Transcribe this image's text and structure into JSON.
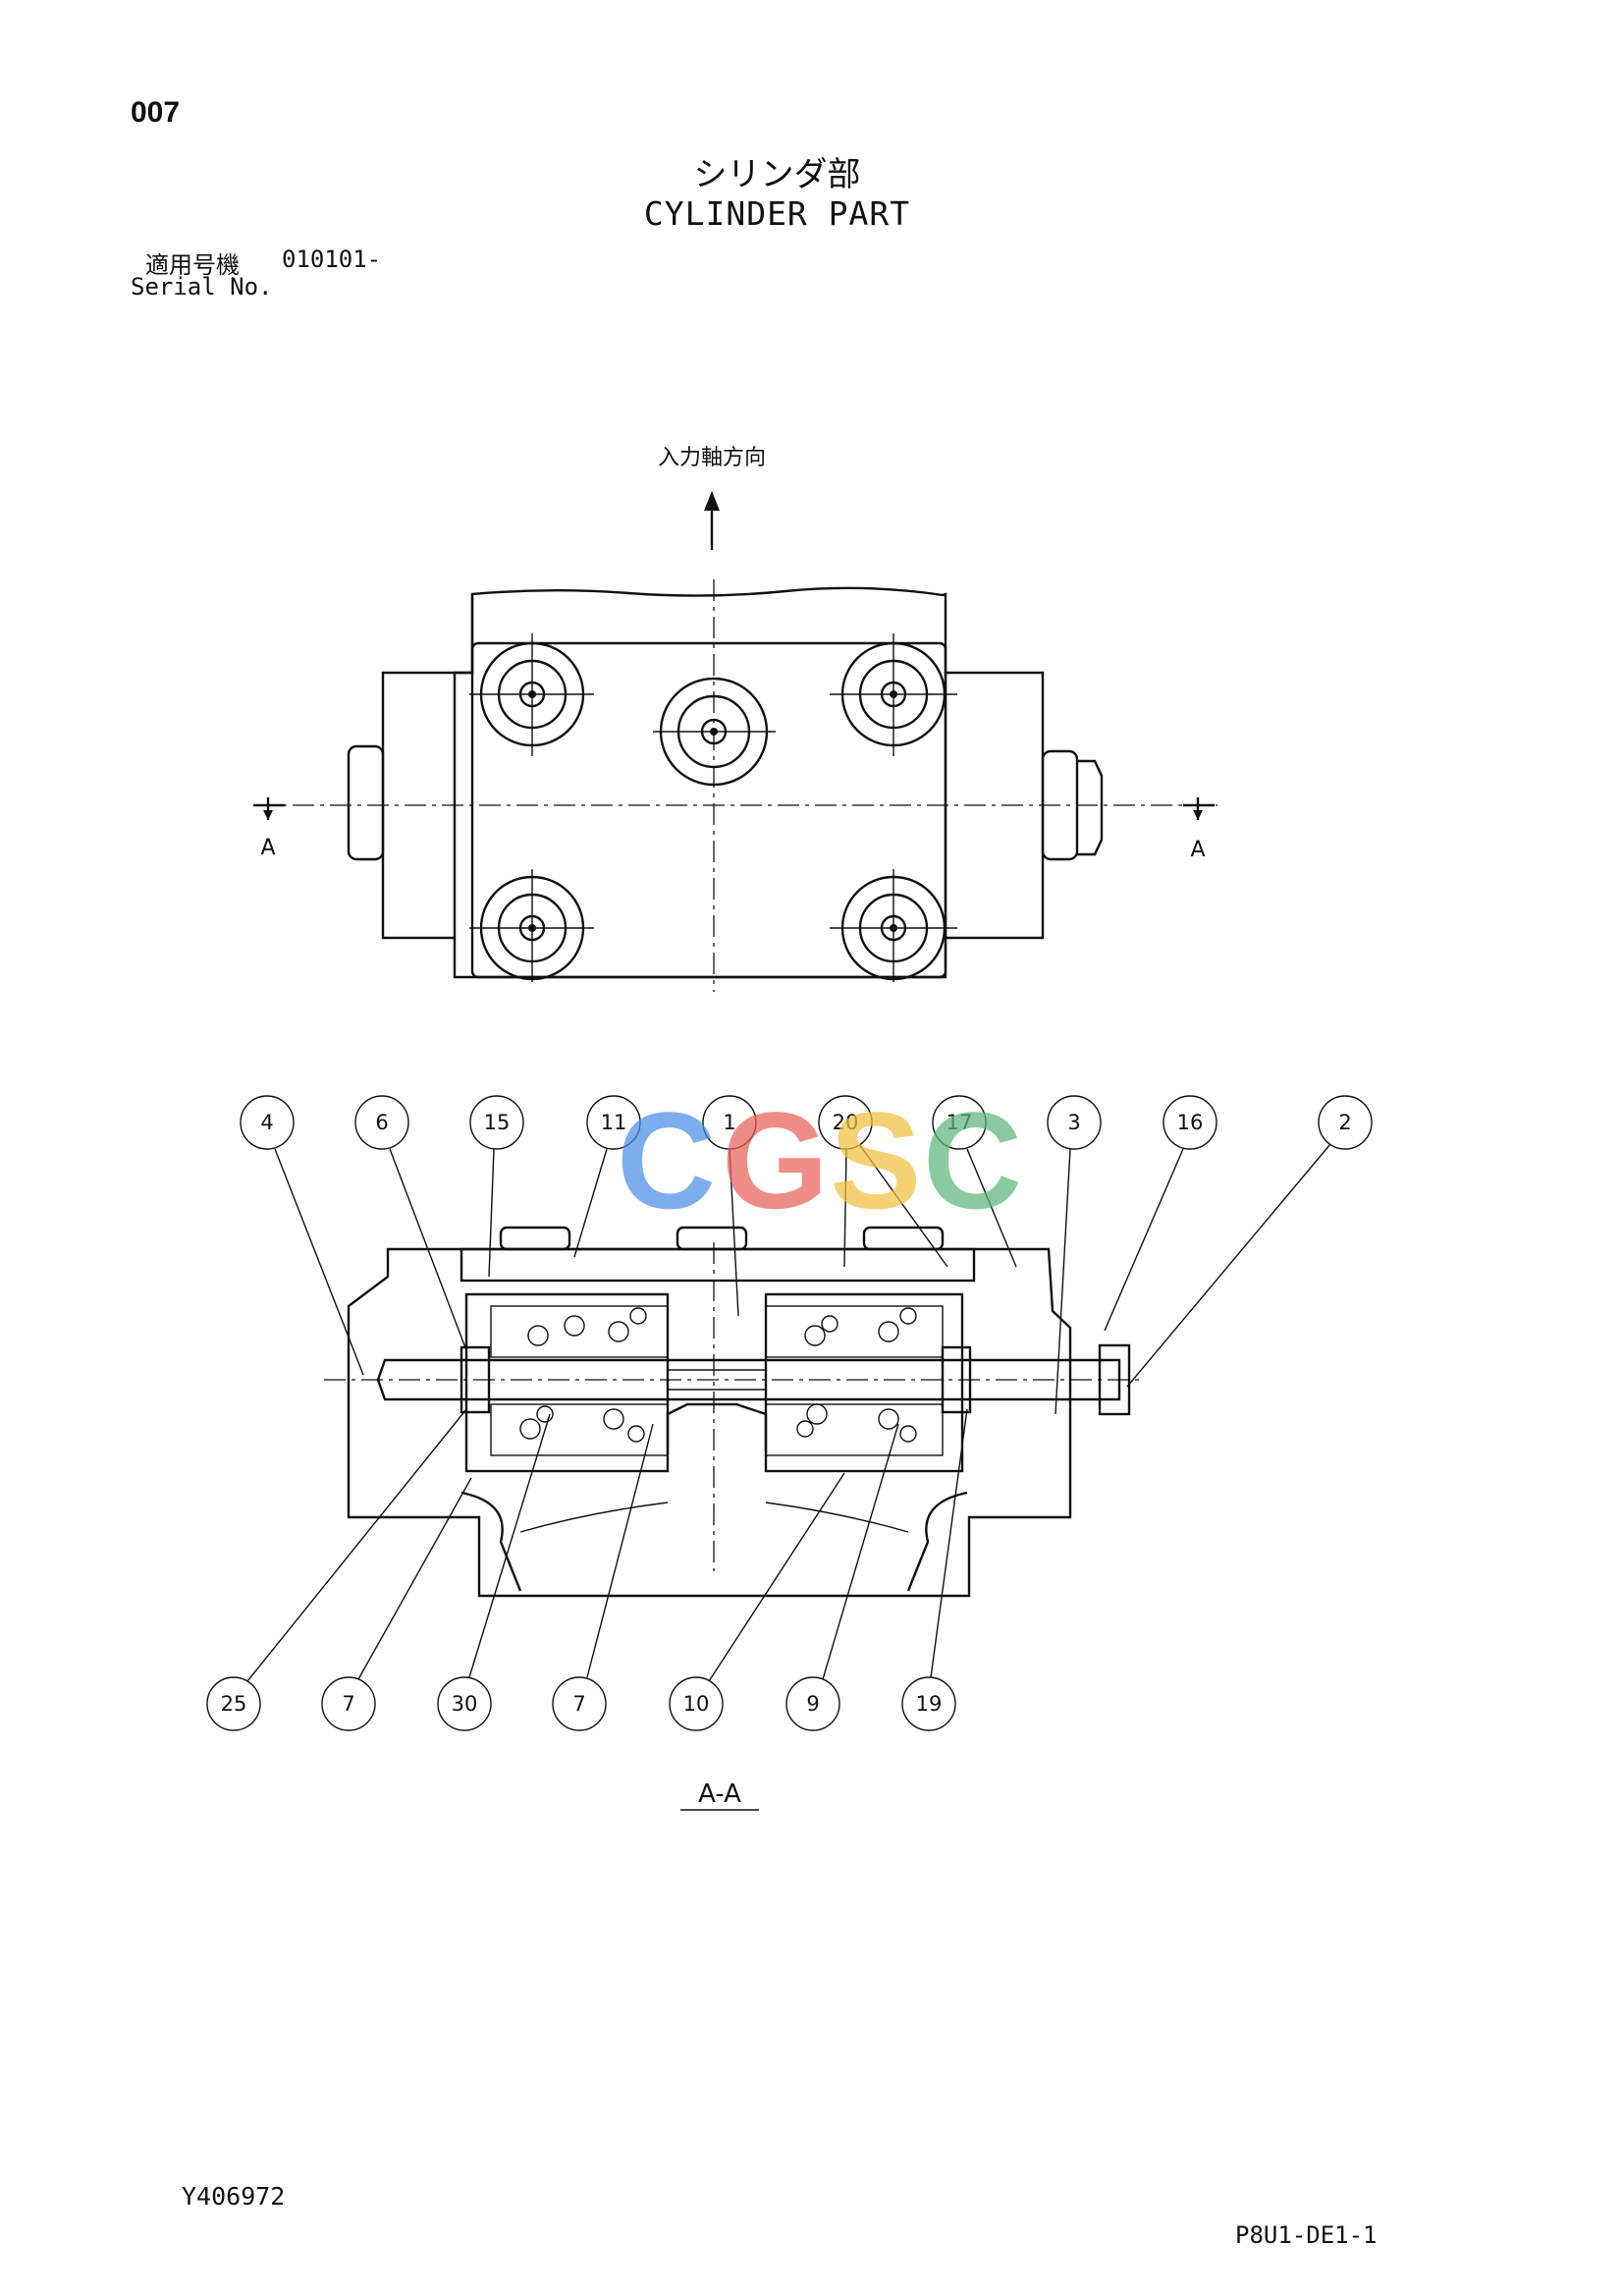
{
  "header": {
    "page_number": "007",
    "title_jp": "シリンダ部",
    "title_en": "CYLINDER PART",
    "serial_label_jp": "適用号機",
    "serial_value": "010101-",
    "serial_label_en": "Serial No."
  },
  "drawing": {
    "input_direction_label": "入力軸方向",
    "section_marker_left": "A",
    "section_marker_right": "A",
    "section_caption": "A-A",
    "top_callouts": [
      "4",
      "6",
      "15",
      "11",
      "1",
      "20",
      "17",
      "3",
      "16",
      "2"
    ],
    "bottom_callouts": [
      "25",
      "7",
      "30",
      "7",
      "10",
      "9",
      "19"
    ]
  },
  "watermark": {
    "letters": [
      "C",
      "G",
      "S",
      "C"
    ],
    "colors": [
      "#4a8fe8",
      "#e8625a",
      "#f0c040",
      "#5cb87a"
    ]
  },
  "footer": {
    "doc_id": "Y406972",
    "page_code": "P8U1-DE1-1"
  }
}
